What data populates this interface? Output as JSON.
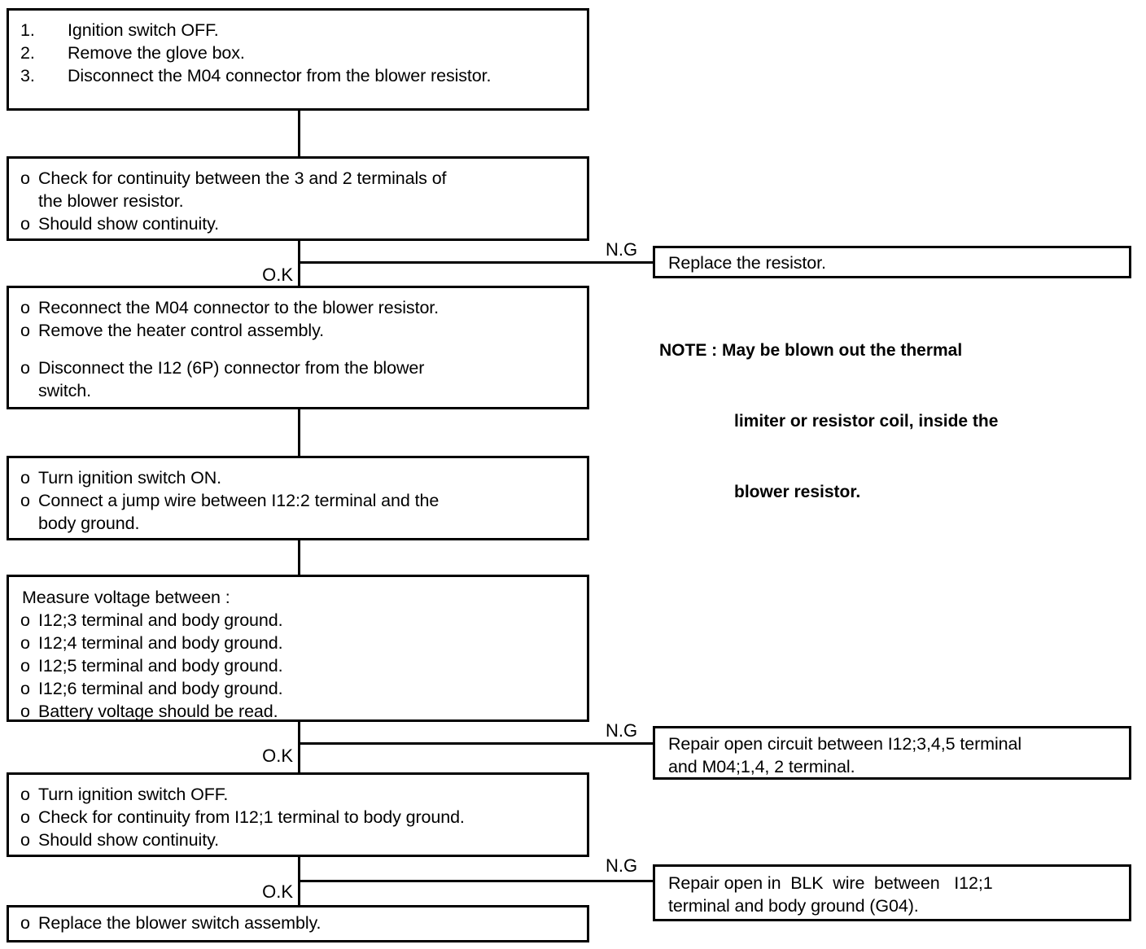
{
  "document": {
    "title": "Blower Switch Circuit Troubleshooting Flowchart",
    "colors": {
      "ink": "#000000",
      "paper": "#ffffff"
    }
  },
  "labels": {
    "ok": "O.K",
    "ng": "N.G"
  },
  "steps": {
    "step1": {
      "name": "initial-preparation",
      "lines": [
        {
          "marker": "1.",
          "text": "Ignition switch OFF."
        },
        {
          "marker": "2.",
          "text": "Remove the glove box."
        },
        {
          "marker": "3.",
          "text": "Disconnect the M04 connector from the blower resistor."
        }
      ]
    },
    "step2": {
      "name": "check-resistor-continuity",
      "lines": [
        {
          "marker": "o",
          "text": "Check for continuity between the 3 and 2 terminals of"
        },
        {
          "marker": "",
          "text": "the blower resistor."
        },
        {
          "marker": "o",
          "text": "Should show continuity."
        }
      ]
    },
    "step3": {
      "name": "reconnect-and-remove-heater-control",
      "lines": [
        {
          "marker": "o",
          "text": "Reconnect the M04 connector to the blower resistor."
        },
        {
          "marker": "o",
          "text": "Remove the heater control assembly."
        },
        {
          "marker": "",
          "text": ""
        },
        {
          "marker": "o",
          "text": "Disconnect the I12 (6P) connector from the blower"
        },
        {
          "marker": "",
          "text": "switch."
        }
      ]
    },
    "step4": {
      "name": "ignition-on-jump-wire",
      "lines": [
        {
          "marker": "o",
          "text": "Turn ignition switch ON."
        },
        {
          "marker": "o",
          "text": "Connect a jump wire between I12:2 terminal and the"
        },
        {
          "marker": "",
          "text": "body ground."
        }
      ]
    },
    "step5": {
      "name": "measure-voltage",
      "heading": "Measure voltage between :",
      "lines": [
        {
          "marker": "o",
          "text": "I12;3 terminal and body ground."
        },
        {
          "marker": "o",
          "text": "I12;4 terminal and body ground."
        },
        {
          "marker": "o",
          "text": "I12;5 terminal and body ground."
        },
        {
          "marker": "o",
          "text": "I12;6 terminal and body ground."
        },
        {
          "marker": "o",
          "text": "Battery voltage should be read."
        }
      ]
    },
    "step6": {
      "name": "check-ground-continuity",
      "lines": [
        {
          "marker": "o",
          "text": "Turn ignition switch OFF."
        },
        {
          "marker": "o",
          "text": "Check for continuity from I12;1 terminal to body ground."
        },
        {
          "marker": "o",
          "text": "Should show continuity."
        }
      ]
    },
    "step7": {
      "name": "replace-blower-switch",
      "lines": [
        {
          "marker": "o",
          "text": "Replace the blower switch assembly."
        }
      ]
    }
  },
  "outcomes": {
    "outcome1": {
      "name": "replace-resistor",
      "lines": [
        "Replace the resistor."
      ]
    },
    "outcome2": {
      "name": "repair-open-circuit",
      "lines": [
        "Repair open circuit between I12;3,4,5 terminal",
        "and M04;1,4, 2 terminal."
      ]
    },
    "outcome3": {
      "name": "repair-blk-wire",
      "lines": [
        "Repair open in  BLK  wire  between   I12;1",
        "terminal and body ground (G04)."
      ]
    }
  },
  "note": {
    "name": "thermal-limiter-note",
    "line1": "NOTE : May be blown out the thermal",
    "line2": "limiter or resistor coil, inside the",
    "line3": "blower resistor."
  }
}
